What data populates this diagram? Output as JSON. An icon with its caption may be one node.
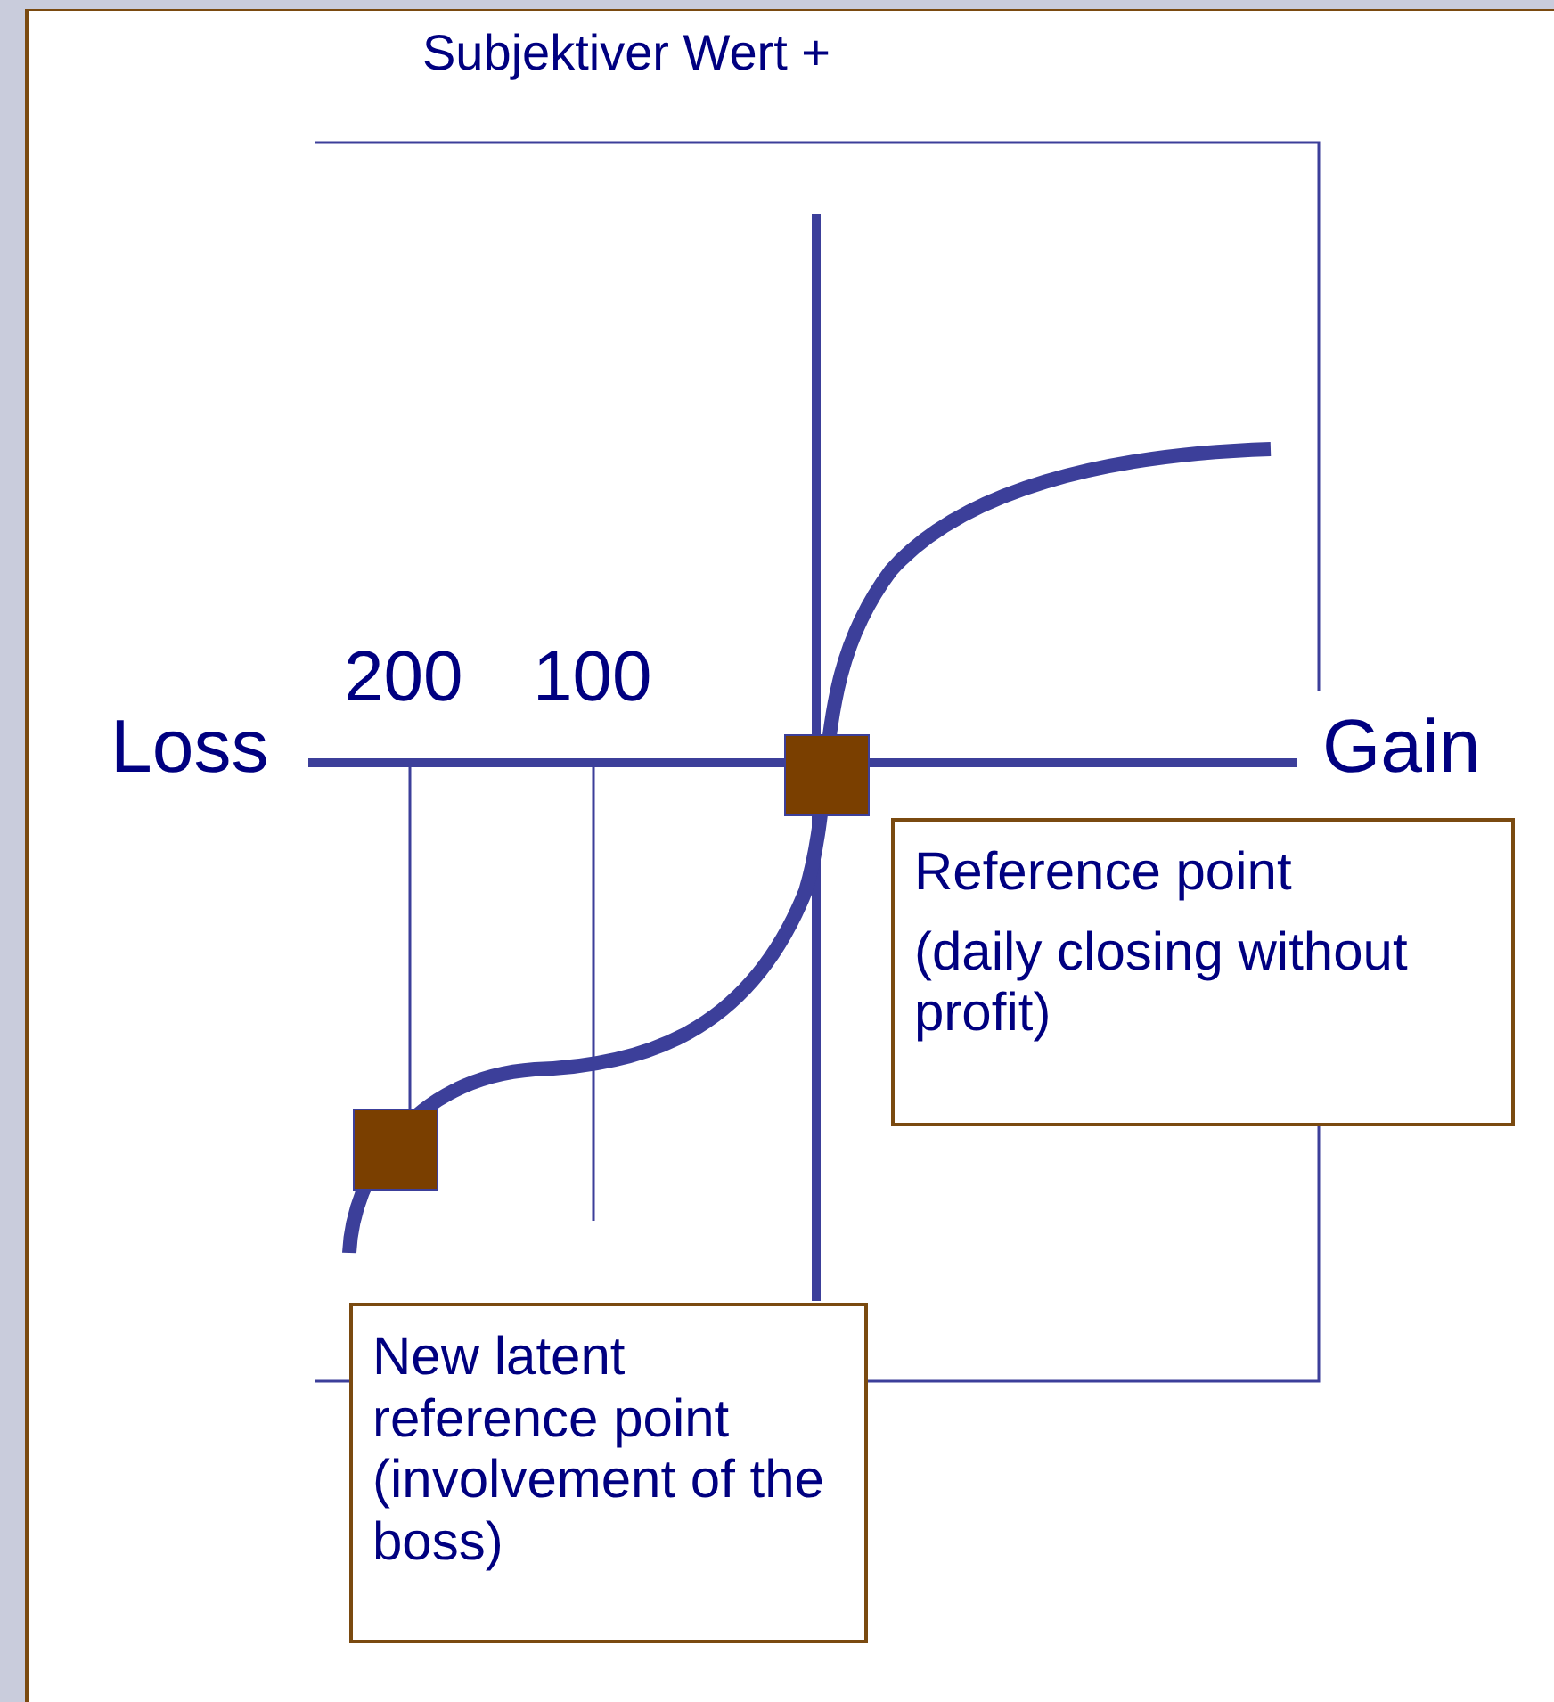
{
  "diagram": {
    "nodes": [
      {
        "text": [
          "Reference point",
          "(daily closing without profit)"
        ]
      },
      {
        "text": [
          "New latent reference point (involvement of the boss)"
        ]
      },
      {
        "text": [],
        "shape": "box"
      },
      {
        "text": [],
        "shape": "box"
      }
    ],
    "labels": [
      "Subjektiver Wert +",
      "Loss",
      "Gain",
      "200",
      "100"
    ]
  }
}
